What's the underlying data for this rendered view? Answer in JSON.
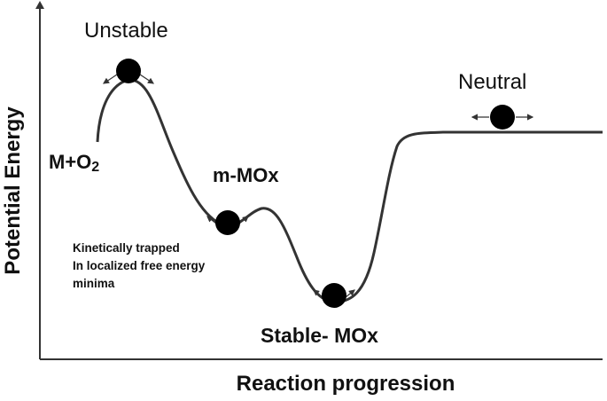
{
  "axes": {
    "x_label": "Reaction progression",
    "y_label": "Potential Energy"
  },
  "states": {
    "unstable": "Unstable",
    "reactants_prefix": "M+O",
    "reactants_subscript": "2",
    "metastable": "m-MOx",
    "stable": "Stable- MOx",
    "neutral": "Neutral"
  },
  "annotation": {
    "line1": "Kinetically trapped",
    "line2": "In localized free energy",
    "line3": "minima"
  },
  "colors": {
    "line": "#333333",
    "ball": "#000000",
    "text": "#111111"
  }
}
